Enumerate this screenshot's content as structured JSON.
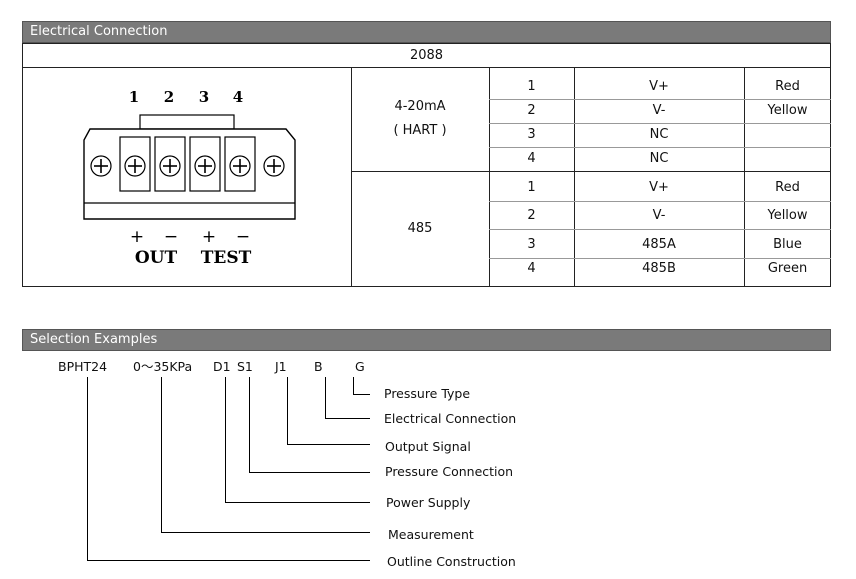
{
  "electrical": {
    "title": "Electrical Connection",
    "model": "2088",
    "terminal_numbers": [
      "1",
      "2",
      "3",
      "4"
    ],
    "signs": [
      "+",
      "−",
      "+",
      "−"
    ],
    "out_label": "OUT",
    "test_label": "TEST",
    "groups": [
      {
        "name_line1": "4-20mA",
        "name_line2": "( HART )",
        "rows": [
          {
            "pin": "1",
            "signal": "V+",
            "color": "Red"
          },
          {
            "pin": "2",
            "signal": "V-",
            "color": "Yellow"
          },
          {
            "pin": "3",
            "signal": "NC",
            "color": ""
          },
          {
            "pin": "4",
            "signal": "NC",
            "color": ""
          }
        ]
      },
      {
        "name_line1": "485",
        "name_line2": "",
        "rows": [
          {
            "pin": "1",
            "signal": "V+",
            "color": "Red"
          },
          {
            "pin": "2",
            "signal": "V-",
            "color": "Yellow"
          },
          {
            "pin": "3",
            "signal": "485A",
            "color": "Blue"
          },
          {
            "pin": "4",
            "signal": "485B",
            "color": "Green"
          }
        ]
      }
    ]
  },
  "selection": {
    "title": "Selection Examples",
    "codes": [
      "BPHT24",
      "0～35KPa",
      "D1",
      "S1",
      "J1",
      "B",
      "G"
    ],
    "labels": [
      "Pressure Type",
      "Electrical Connection",
      "Output Signal",
      "Pressure Connection",
      "Power Supply",
      "Measurement",
      "Outline Construction"
    ]
  },
  "colors": {
    "header_bg": "#7a7a7a",
    "header_text": "#ffffff"
  }
}
